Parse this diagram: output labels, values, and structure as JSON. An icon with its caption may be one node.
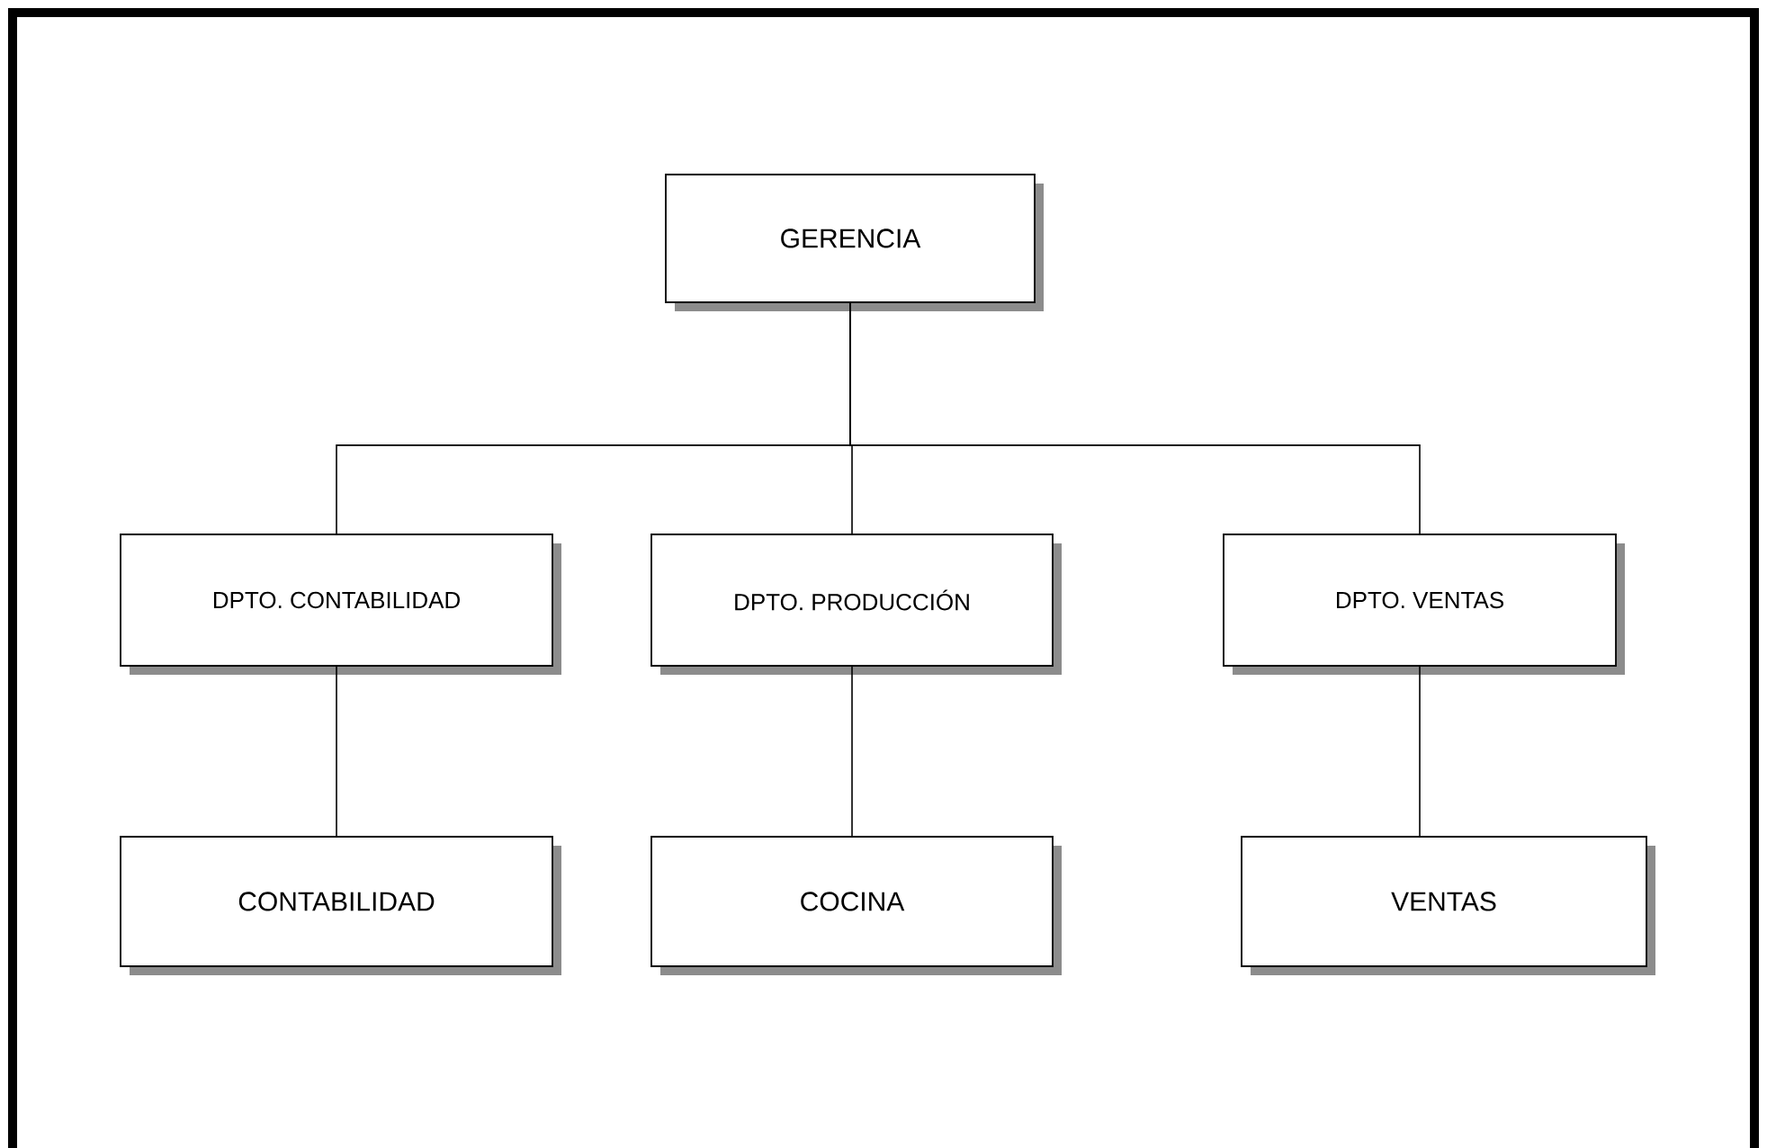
{
  "diagram": {
    "nodes": [
      {
        "text": [
          "GERENCIA"
        ]
      },
      {
        "text": [
          "DPTO. CONTABILIDAD"
        ]
      },
      {
        "text": [
          "DPTO. PRODUCCIÓN"
        ]
      },
      {
        "text": [
          "DPTO. VENTAS"
        ]
      },
      {
        "text": [
          "CONTABILIDAD"
        ]
      },
      {
        "text": [
          "COCINA"
        ]
      },
      {
        "text": [
          "VENTAS"
        ]
      }
    ],
    "edges": [
      {
        "from": 0,
        "to": 1,
        "arrow": "none"
      },
      {
        "from": 0,
        "to": 2,
        "arrow": "none"
      },
      {
        "from": 0,
        "to": 3,
        "arrow": "none"
      },
      {
        "from": 1,
        "to": 4,
        "arrow": "none"
      },
      {
        "from": 2,
        "to": 5,
        "arrow": "none"
      },
      {
        "from": 3,
        "to": 6,
        "arrow": "none"
      }
    ]
  }
}
